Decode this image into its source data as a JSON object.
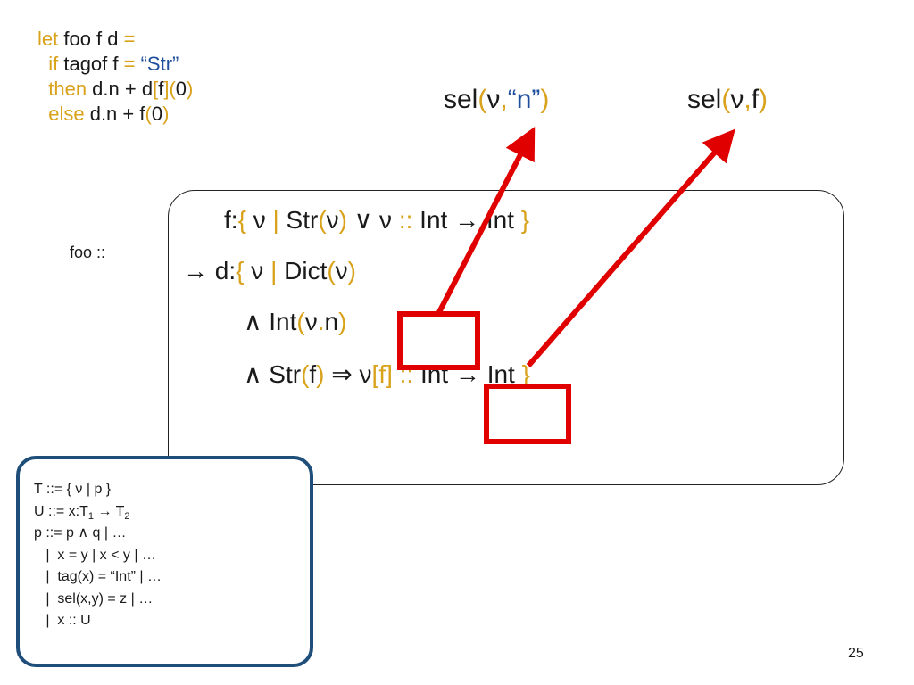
{
  "code": {
    "l1": {
      "kw": "let",
      "text": " foo f d ",
      "eq": "="
    },
    "l2": {
      "kw": "if",
      "text": " tagof f ",
      "eq": "= ",
      "str": "“Str”"
    },
    "l3": {
      "kw": "then",
      "a": " d.n + d",
      "b1": "[",
      "b2": "f",
      "b3": "](",
      "b4": "0",
      "b5": ")"
    },
    "l4": {
      "kw": "else",
      "a": " d.n + f",
      "p1": "(",
      "zero": "0",
      "p2": ")"
    }
  },
  "sel1": {
    "name": "sel",
    "open": "(",
    "nu": "ν",
    "comma": ",",
    "arg": "“n”",
    "close": ")"
  },
  "sel2": {
    "name": "sel",
    "open": "(",
    "nu": "ν",
    "comma": ",",
    "arg": "f",
    "close": ")"
  },
  "foo_label": "foo ::",
  "type": {
    "l1": {
      "a": "f:",
      "lb": "{",
      "nu": " ν ",
      "bar": "|",
      "b": " Str",
      "p1": "(",
      "nu2": "ν",
      "p2": ")",
      "c": " ∨ ν ",
      "dc": "::",
      "d": " Int → Int ",
      "rb": "}"
    },
    "l2": {
      "a": "→ d:",
      "lb": "{",
      "nu": " ν ",
      "bar": "|",
      "b": " Dict",
      "p1": "(",
      "nu2": "ν",
      "p2": ")"
    },
    "l3": {
      "a": "∧ ",
      "b": "Int",
      "p1": "(",
      "nu": "ν",
      "dot": ".",
      "n": "n",
      "p2": ")"
    },
    "l4": {
      "a": "∧ ",
      "b": "Str",
      "p1": "(",
      "f": "f",
      "p2": ")",
      "c": " ⇒ ν",
      "br1": "[",
      "f2": "f",
      "br2": "]",
      "dc": " ::",
      "d": " Int → Int ",
      "rb": "}"
    }
  },
  "grammar": {
    "g1": "T ::= { ν | p }",
    "g2a": "U ::= x:T",
    "g2s1": "1",
    "g2b": " → T",
    "g2s2": "2",
    "g3": "p ::= p ∧ q | …",
    "g4": "   |  x = y | x < y | …",
    "g5": "   |  tag(x) = “Int” | …",
    "g6": "   |  sel(x,y) = z | …",
    "g7": "   |  x :: U"
  },
  "page_number": "25",
  "colors": {
    "keyword": "#d9a21b",
    "string": "#1f4e9c",
    "arrow": "#e00000",
    "grammar_border": "#1f4e7a"
  }
}
